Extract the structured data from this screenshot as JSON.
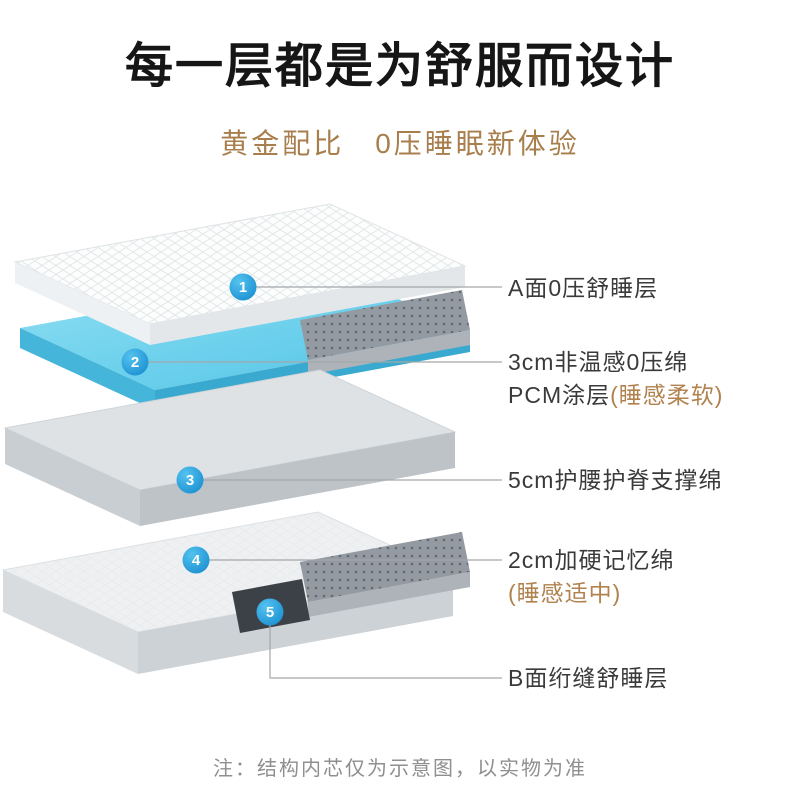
{
  "header": {
    "title": "每一层都是为舒服而设计",
    "subtitle": "黄金配比　0压睡眠新体验"
  },
  "callouts": [
    {
      "num": "1",
      "label": "A面0压舒睡层"
    },
    {
      "num": "2",
      "label": "3cm非温感0压绵",
      "label2": "PCM涂层",
      "note": "(睡感柔软)"
    },
    {
      "num": "3",
      "label": "5cm护腰护脊支撑绵"
    },
    {
      "num": "4",
      "label": "2cm加硬记忆绵",
      "note": "(睡感适中)"
    },
    {
      "num": "5",
      "label": "B面绗缝舒睡层"
    }
  ],
  "footer": {
    "note": "注：结构内芯仅为示意图，以实物为准"
  },
  "colors": {
    "accent_blue": "#1e9ad6",
    "pcm_layer_blue": "#5ac8e8",
    "highlight_brown": "#b1824e",
    "title_black": "#161616",
    "note_gray": "#8f8f8f"
  },
  "icons": [
    {
      "name": "callout-marker",
      "shape": "numbered-blue-circle"
    }
  ]
}
